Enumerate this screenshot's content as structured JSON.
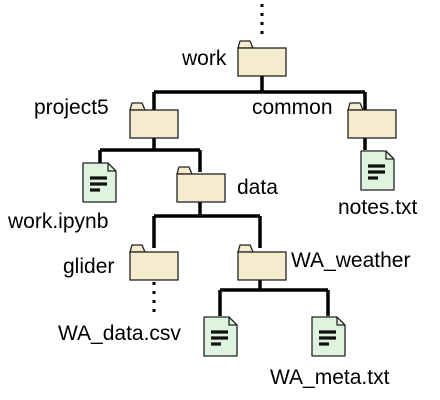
{
  "tree": {
    "root": {
      "label": "work",
      "icon": "folder-icon"
    },
    "project5": {
      "label": "project5",
      "icon": "folder-icon"
    },
    "common": {
      "label": "common",
      "icon": "folder-icon"
    },
    "notebook": {
      "label": "work.ipynb",
      "icon": "document-icon"
    },
    "data": {
      "label": "data",
      "icon": "folder-icon"
    },
    "notes": {
      "label": "notes.txt",
      "icon": "document-icon"
    },
    "glider": {
      "label": "glider",
      "icon": "folder-icon"
    },
    "weather": {
      "label": "WA_weather",
      "icon": "folder-icon"
    },
    "data_csv": {
      "label": "WA_data.csv",
      "icon": "document-icon"
    },
    "meta_txt": {
      "label": "WA_meta.txt",
      "icon": "document-icon"
    }
  },
  "colors": {
    "folder_fill": "#f5eccd",
    "document_fill": "#dff4df",
    "stroke": "#222222",
    "line": "#000000"
  }
}
